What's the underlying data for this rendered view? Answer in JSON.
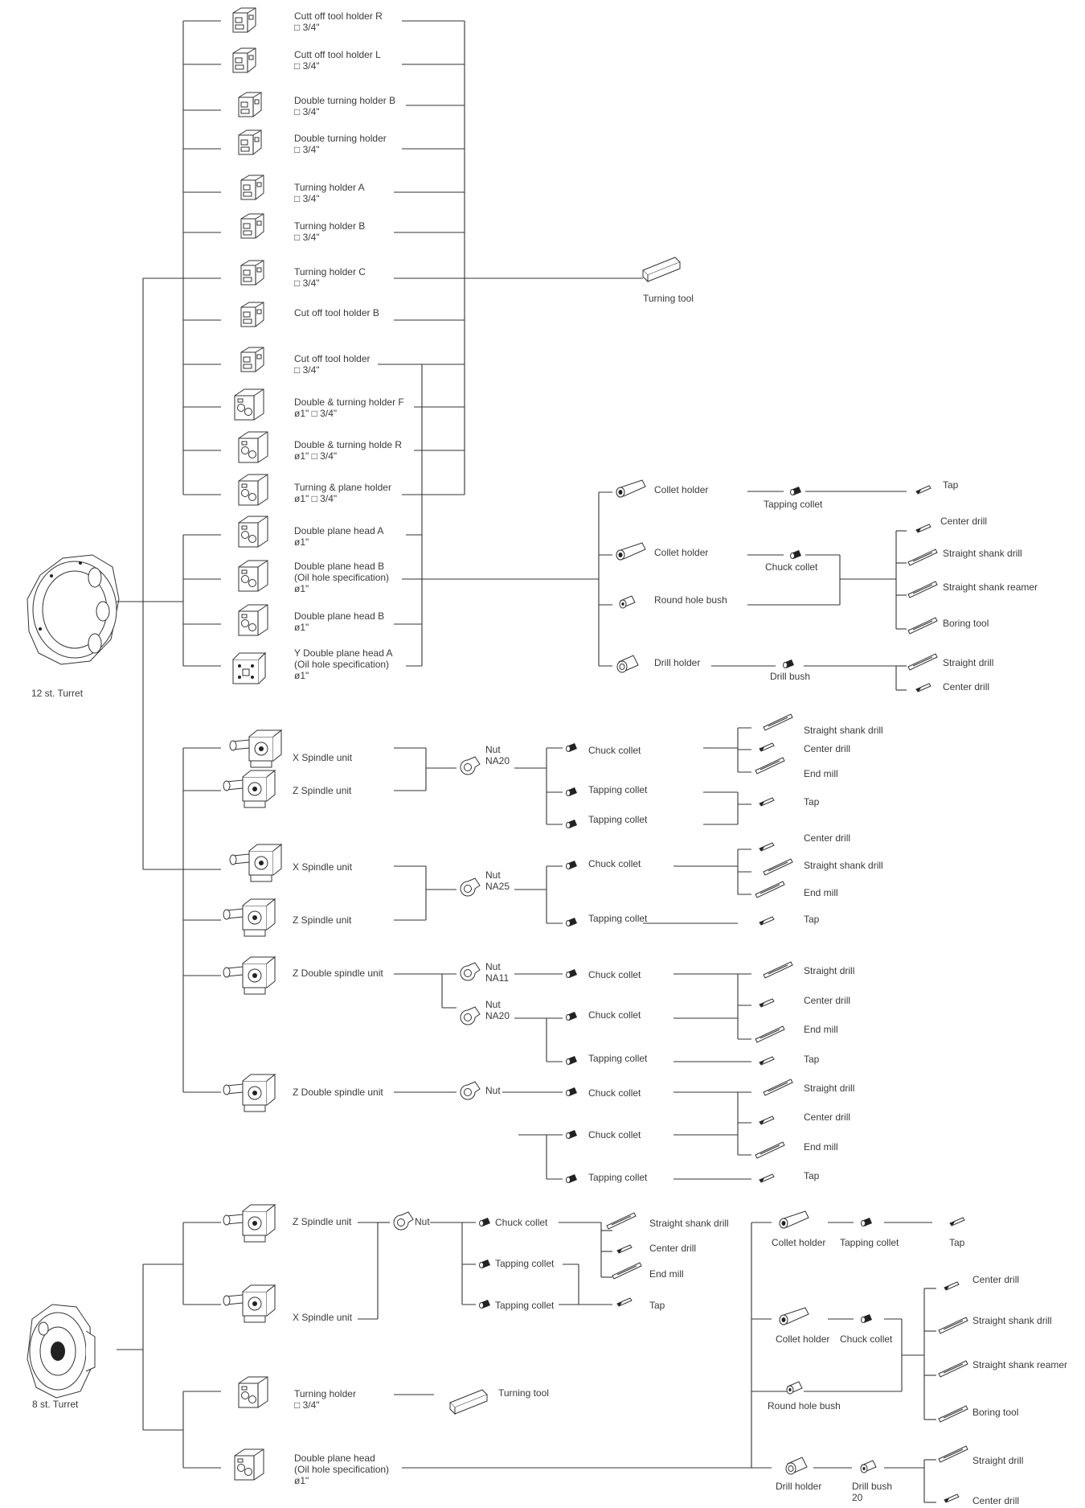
{
  "turret12": {
    "label": "12 st. Turret",
    "holders": [
      {
        "l1": "Cutt off tool holder R",
        "l2": "□ 3/4\""
      },
      {
        "l1": "Cutt off tool holder L",
        "l2": "□ 3/4\""
      },
      {
        "l1": "Double turning holder B",
        "l2": "□ 3/4\""
      },
      {
        "l1": "Double turning holder",
        "l2": "□ 3/4\""
      },
      {
        "l1": "Turning holder A",
        "l2": "□ 3/4\""
      },
      {
        "l1": "Turning holder B",
        "l2": "□ 3/4\""
      },
      {
        "l1": "Turning holder C",
        "l2": "□ 3/4\""
      },
      {
        "l1": "Cut off tool holder B",
        "l2": ""
      },
      {
        "l1": "Cut off tool holder",
        "l2": "□ 3/4\""
      },
      {
        "l1": "Double & turning holder F",
        "l2": "ø1\" □ 3/4\""
      },
      {
        "l1": "Double & turning holde R",
        "l2": "ø1\" □ 3/4\""
      },
      {
        "l1": "Turning & plane holder",
        "l2": "ø1\" □ 3/4\""
      },
      {
        "l1": "Double plane head A",
        "l2": "ø1\""
      },
      {
        "l1": "Double plane head B",
        "l2": "(Oil hole specification)",
        "l3": "ø1\""
      },
      {
        "l1": "Double plane head B",
        "l2": "ø1\""
      },
      {
        "l1": "Y Double plane head  A",
        "l2": "(Oil hole specification)",
        "l3": "ø1\""
      }
    ],
    "turning_tool": "Turning tool",
    "bore": {
      "collet_holder_1": "Collet holder",
      "tapping_collet": "Tapping collet",
      "tap": "Tap",
      "collet_holder_2": "Collet holder",
      "chuck_collet": "Chuck collet",
      "round_hole_bush": "Round hole bush",
      "drill_holder": "Drill holder",
      "drill_bush": "Drill bush",
      "center_drill": "Center drill",
      "straight_shank_drill": "Straight shank drill",
      "straight_shank_reamer": "Straight shank reamer",
      "boring_tool": "Boring tool",
      "straight_drill": "Straight drill",
      "center_drill_2": "Center drill"
    },
    "spindles": {
      "x_spindle_1": "X Spindle unit",
      "z_spindle_1": "Z Spindle unit",
      "nut_na20": {
        "l1": "Nut",
        "l2": "NA20"
      },
      "chuck_collet_1": "Chuck collet",
      "tapping_collet_1": "Tapping collet",
      "tapping_collet_2": "Tapping collet",
      "ssd_1": "Straight shank drill",
      "cd_1": "Center drill",
      "em_1": "End mill",
      "tap_1": "Tap",
      "x_spindle_2": "X Spindle unit",
      "z_spindle_2": "Z Spindle unit",
      "nut_na25": {
        "l1": "Nut",
        "l2": "NA25"
      },
      "chuck_collet_2": "Chuck collet",
      "tapping_collet_3": "Tapping collet",
      "cd_2": "Center drill",
      "ssd_2": "Straight shank drill",
      "em_2": "End mill",
      "tap_2": "Tap",
      "z_double_1": "Z Double spindle unit",
      "nut_na11": {
        "l1": "Nut",
        "l2": "NA11"
      },
      "nut_na20b": {
        "l1": "Nut",
        "l2": "NA20"
      },
      "chuck_collet_3": "Chuck collet",
      "chuck_collet_4": "Chuck collet",
      "tapping_collet_4": "Tapping collet",
      "sd_3": "Straight drill",
      "cd_3": "Center drill",
      "em_3": "End mill",
      "tap_3": "Tap",
      "z_double_2": "Z Double spindle unit",
      "nut_plain": "Nut",
      "chuck_collet_5": "Chuck collet",
      "chuck_collet_6": "Chuck collet",
      "tapping_collet_5": "Tapping collet",
      "sd_4": "Straight drill",
      "cd_4": "Center drill",
      "em_4": "End mill",
      "tap_4": "Tap"
    }
  },
  "turret8": {
    "label": "8 st. Turret",
    "z_spindle": "Z Spindle unit",
    "x_spindle": "X Spindle unit",
    "nut": "Nut",
    "chuck_collet": "Chuck collet",
    "tapping_collet_1": "Tapping collet",
    "tapping_collet_2": "Tapping collet",
    "ssd": "Straight shank drill",
    "cd": "Center drill",
    "em": "End mill",
    "tap": "Tap",
    "turning_holder": {
      "l1": "Turning holder",
      "l2": "□ 3/4\""
    },
    "turning_tool": "Turning tool",
    "double_plane_head": {
      "l1": "Double plane head",
      "l2": "(Oil hole specification)",
      "l3": "ø1\""
    },
    "collet_holder_1": "Collet holder",
    "tapping_collet_3": "Tapping collet",
    "tap_2": "Tap",
    "collet_holder_2": "Collet holder",
    "chuck_collet_2": "Chuck collet",
    "round_hole_bush": "Round hole bush",
    "drill_holder": "Drill holder",
    "drill_bush": {
      "l1": "Drill bush",
      "l2": "20"
    },
    "cd_2": "Center drill",
    "ssd_2": "Straight shank drill",
    "ssr": "Straight shank reamer",
    "boring": "Boring tool",
    "sd": "Straight drill",
    "cd_3": "Center drill"
  }
}
